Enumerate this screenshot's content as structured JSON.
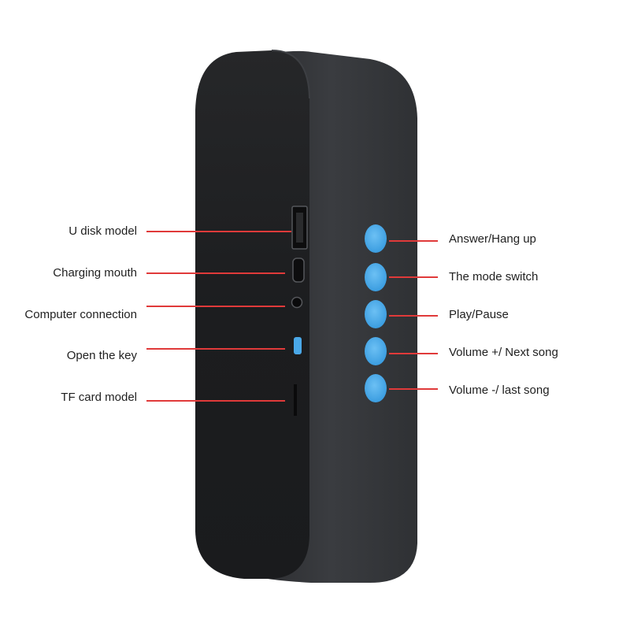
{
  "left_callouts": [
    {
      "label": "U disk model"
    },
    {
      "label": "Charging mouth"
    },
    {
      "label": "Computer connection"
    },
    {
      "label": "Open the key"
    },
    {
      "label": "TF card model"
    }
  ],
  "right_callouts": [
    {
      "label": "Answer/Hang up"
    },
    {
      "label": "The mode switch"
    },
    {
      "label": "Play/Pause"
    },
    {
      "label": "Volume +/ Next song"
    },
    {
      "label": "Volume -/ last song"
    }
  ],
  "colors": {
    "background": "#ffffff",
    "speaker_body": "#2e3033",
    "speaker_face": "#1b1c1e",
    "button_blue": "#4aa8e8",
    "callout_line": "#e03a3a",
    "label_text": "#1f1f1f"
  }
}
